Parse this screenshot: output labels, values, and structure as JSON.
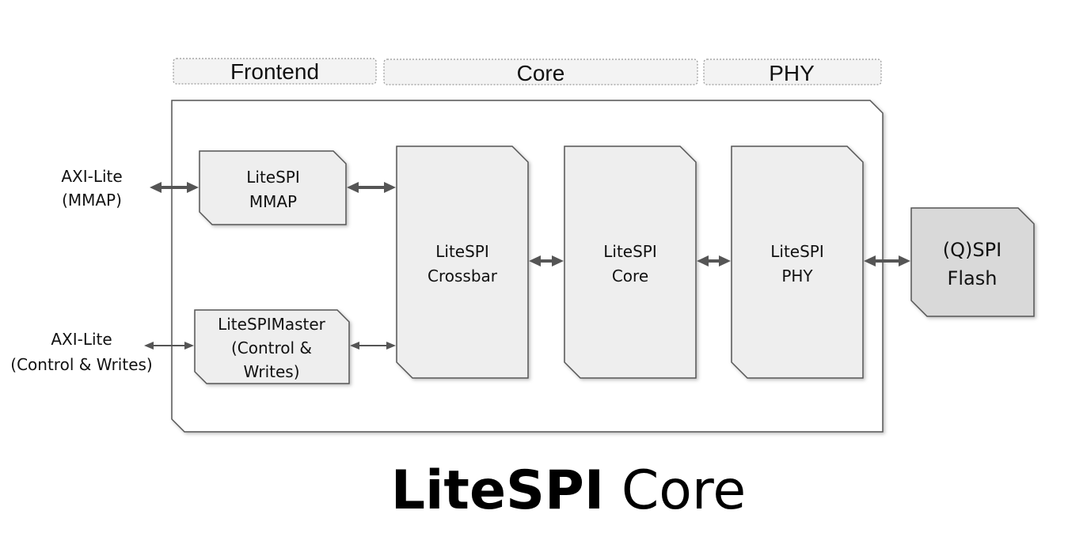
{
  "sections": {
    "frontend": "Frontend",
    "core": "Core",
    "phy": "PHY"
  },
  "blocks": {
    "mmap": [
      "LiteSPI",
      "MMAP"
    ],
    "master": [
      "LiteSPIMaster",
      "(Control &",
      "Writes)"
    ],
    "crossbar": [
      "LiteSPI",
      "Crossbar"
    ],
    "core": [
      "LiteSPI",
      "Core"
    ],
    "phy": [
      "LiteSPI",
      "PHY"
    ],
    "flash": [
      "(Q)SPI",
      "Flash"
    ]
  },
  "external": {
    "mmap_port": [
      "AXI-Lite",
      "(MMAP)"
    ],
    "control_port": [
      "AXI-Lite",
      "(Control & Writes)"
    ]
  },
  "title": {
    "bold": "LiteSPI",
    "regular": "Core"
  },
  "colors": {
    "block_fill": "#eeeeee",
    "flash_fill": "#d9d9d9",
    "stroke": "#555555",
    "arrow": "#555555",
    "section_fill": "#f3f3f3"
  }
}
